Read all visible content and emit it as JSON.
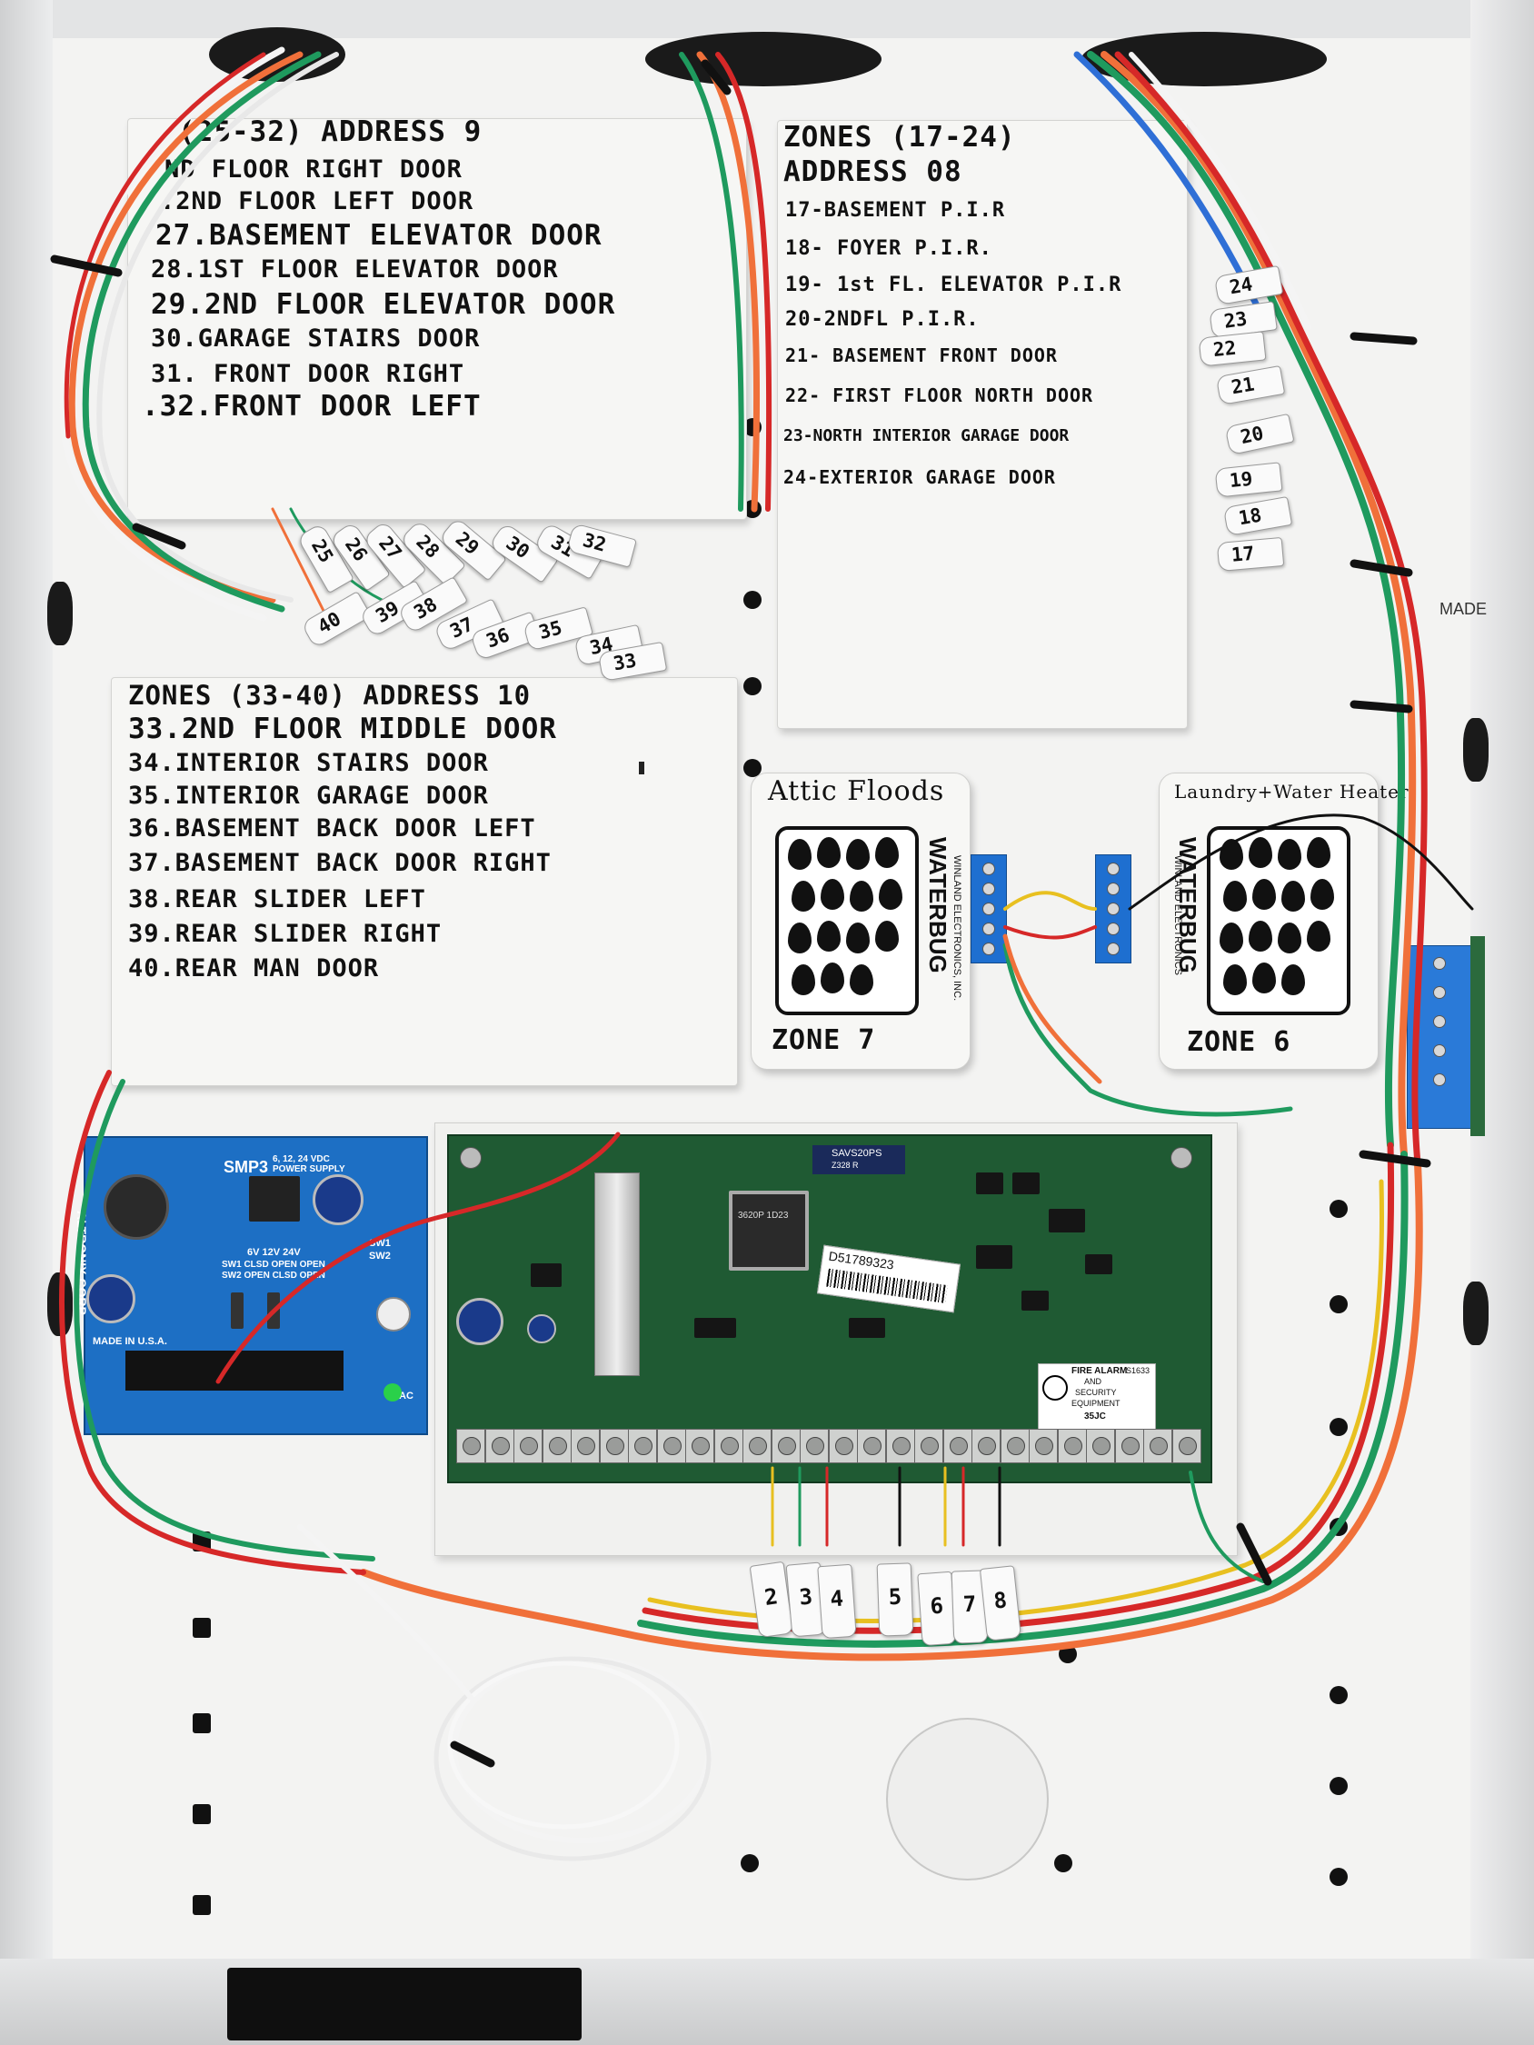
{
  "scene": {
    "description_label": "",
    "accent_colors": {
      "wire_orange": "#f0703a",
      "wire_green": "#1f9a5e",
      "wire_red": "#d62828",
      "wire_white": "#f4f4f4",
      "wire_blue": "#2f6fd6",
      "pcb_green": "#1f5a33",
      "psu_blue": "#1d6fc4"
    }
  },
  "card_zones_25_32": {
    "header": "(25-32) ADDRESS 9",
    "lines": [
      "ND FLOOR RIGHT DOOR",
      ".2ND FLOOR LEFT DOOR",
      "27.BASEMENT ELEVATOR DOOR",
      "28.1ST FLOOR ELEVATOR DOOR",
      "29.2ND FLOOR ELEVATOR DOOR",
      "30.GARAGE STAIRS DOOR",
      "31. FRONT DOOR RIGHT",
      ".32.FRONT DOOR LEFT"
    ]
  },
  "card_zones_17_24": {
    "header": "ZONES (17-24)",
    "address": "ADDRESS 08",
    "lines": [
      "17-BASEMENT P.I.R",
      "18- FOYER P.I.R.",
      "19- 1st FL. ELEVATOR P.I.R",
      "20-2NDFL P.I.R.",
      "21- BASEMENT FRONT DOOR",
      "22- FIRST FLOOR NORTH DOOR",
      "23-NORTH INTERIOR GARAGE DOOR",
      "24-EXTERIOR GARAGE DOOR"
    ]
  },
  "card_zones_33_40": {
    "header": "ZONES (33-40) ADDRESS 10",
    "lines": [
      "33.2ND FLOOR MIDDLE DOOR",
      "34.INTERIOR STAIRS DOOR",
      "35.INTERIOR GARAGE DOOR",
      "36.BASEMENT BACK DOOR LEFT",
      "37.BASEMENT BACK DOOR RIGHT",
      "38.REAR SLIDER LEFT",
      "39.REAR SLIDER RIGHT",
      "40.REAR MAN DOOR"
    ]
  },
  "waterbug_left": {
    "handwritten_top": "Attic Floods",
    "brand": "WATERBUG",
    "maker": "WINLAND ELECTRONICS, INC.",
    "handwritten_bottom": "ZONE 7"
  },
  "waterbug_right": {
    "handwritten_top": "Laundry+Water Heater",
    "brand": "WATERBUG",
    "maker": "WINLAND ELECTRONICS",
    "handwritten_bottom": "ZONE 6"
  },
  "power_supply": {
    "model": "SMP3",
    "spec": "6, 12, 24 VDC POWER SUPPLY",
    "maker": "ALTRONIX CORP.",
    "settings_row1": "6V  12V  24V",
    "settings_row2": "SW1 CLSD OPEN OPEN",
    "settings_row3": "SW2 OPEN CLSD OPEN",
    "made_in": "MADE IN U.S.A.",
    "sw1": "SW1",
    "sw2": "SW2",
    "ac": "AC"
  },
  "control_board": {
    "chip_label": "3620P 1D23",
    "barcode_text": "D51789323",
    "top_sticker": "SAVS20PS",
    "top_sticker_sub": "Z328   R",
    "ul_line1": "FIRE ALARM",
    "ul_line2": "AND",
    "ul_line3": "SECURITY",
    "ul_line4": "EQUIPMENT",
    "ul_line5": "35JC",
    "ul_code": "S1633"
  },
  "side_label": {
    "text": "MADE"
  },
  "zone_tags_bottom": [
    "2",
    "3",
    "4",
    "5",
    "6",
    "7",
    "8"
  ],
  "zone_tags_right": [
    "24",
    "23",
    "22",
    "21",
    "20",
    "19",
    "18",
    "17"
  ],
  "zone_tags_center_top": [
    "25",
    "26",
    "27",
    "28",
    "29",
    "30",
    "31",
    "32"
  ],
  "zone_tags_center_bottom": [
    "40",
    "39",
    "38",
    "37",
    "36",
    "35",
    "34",
    "33"
  ]
}
